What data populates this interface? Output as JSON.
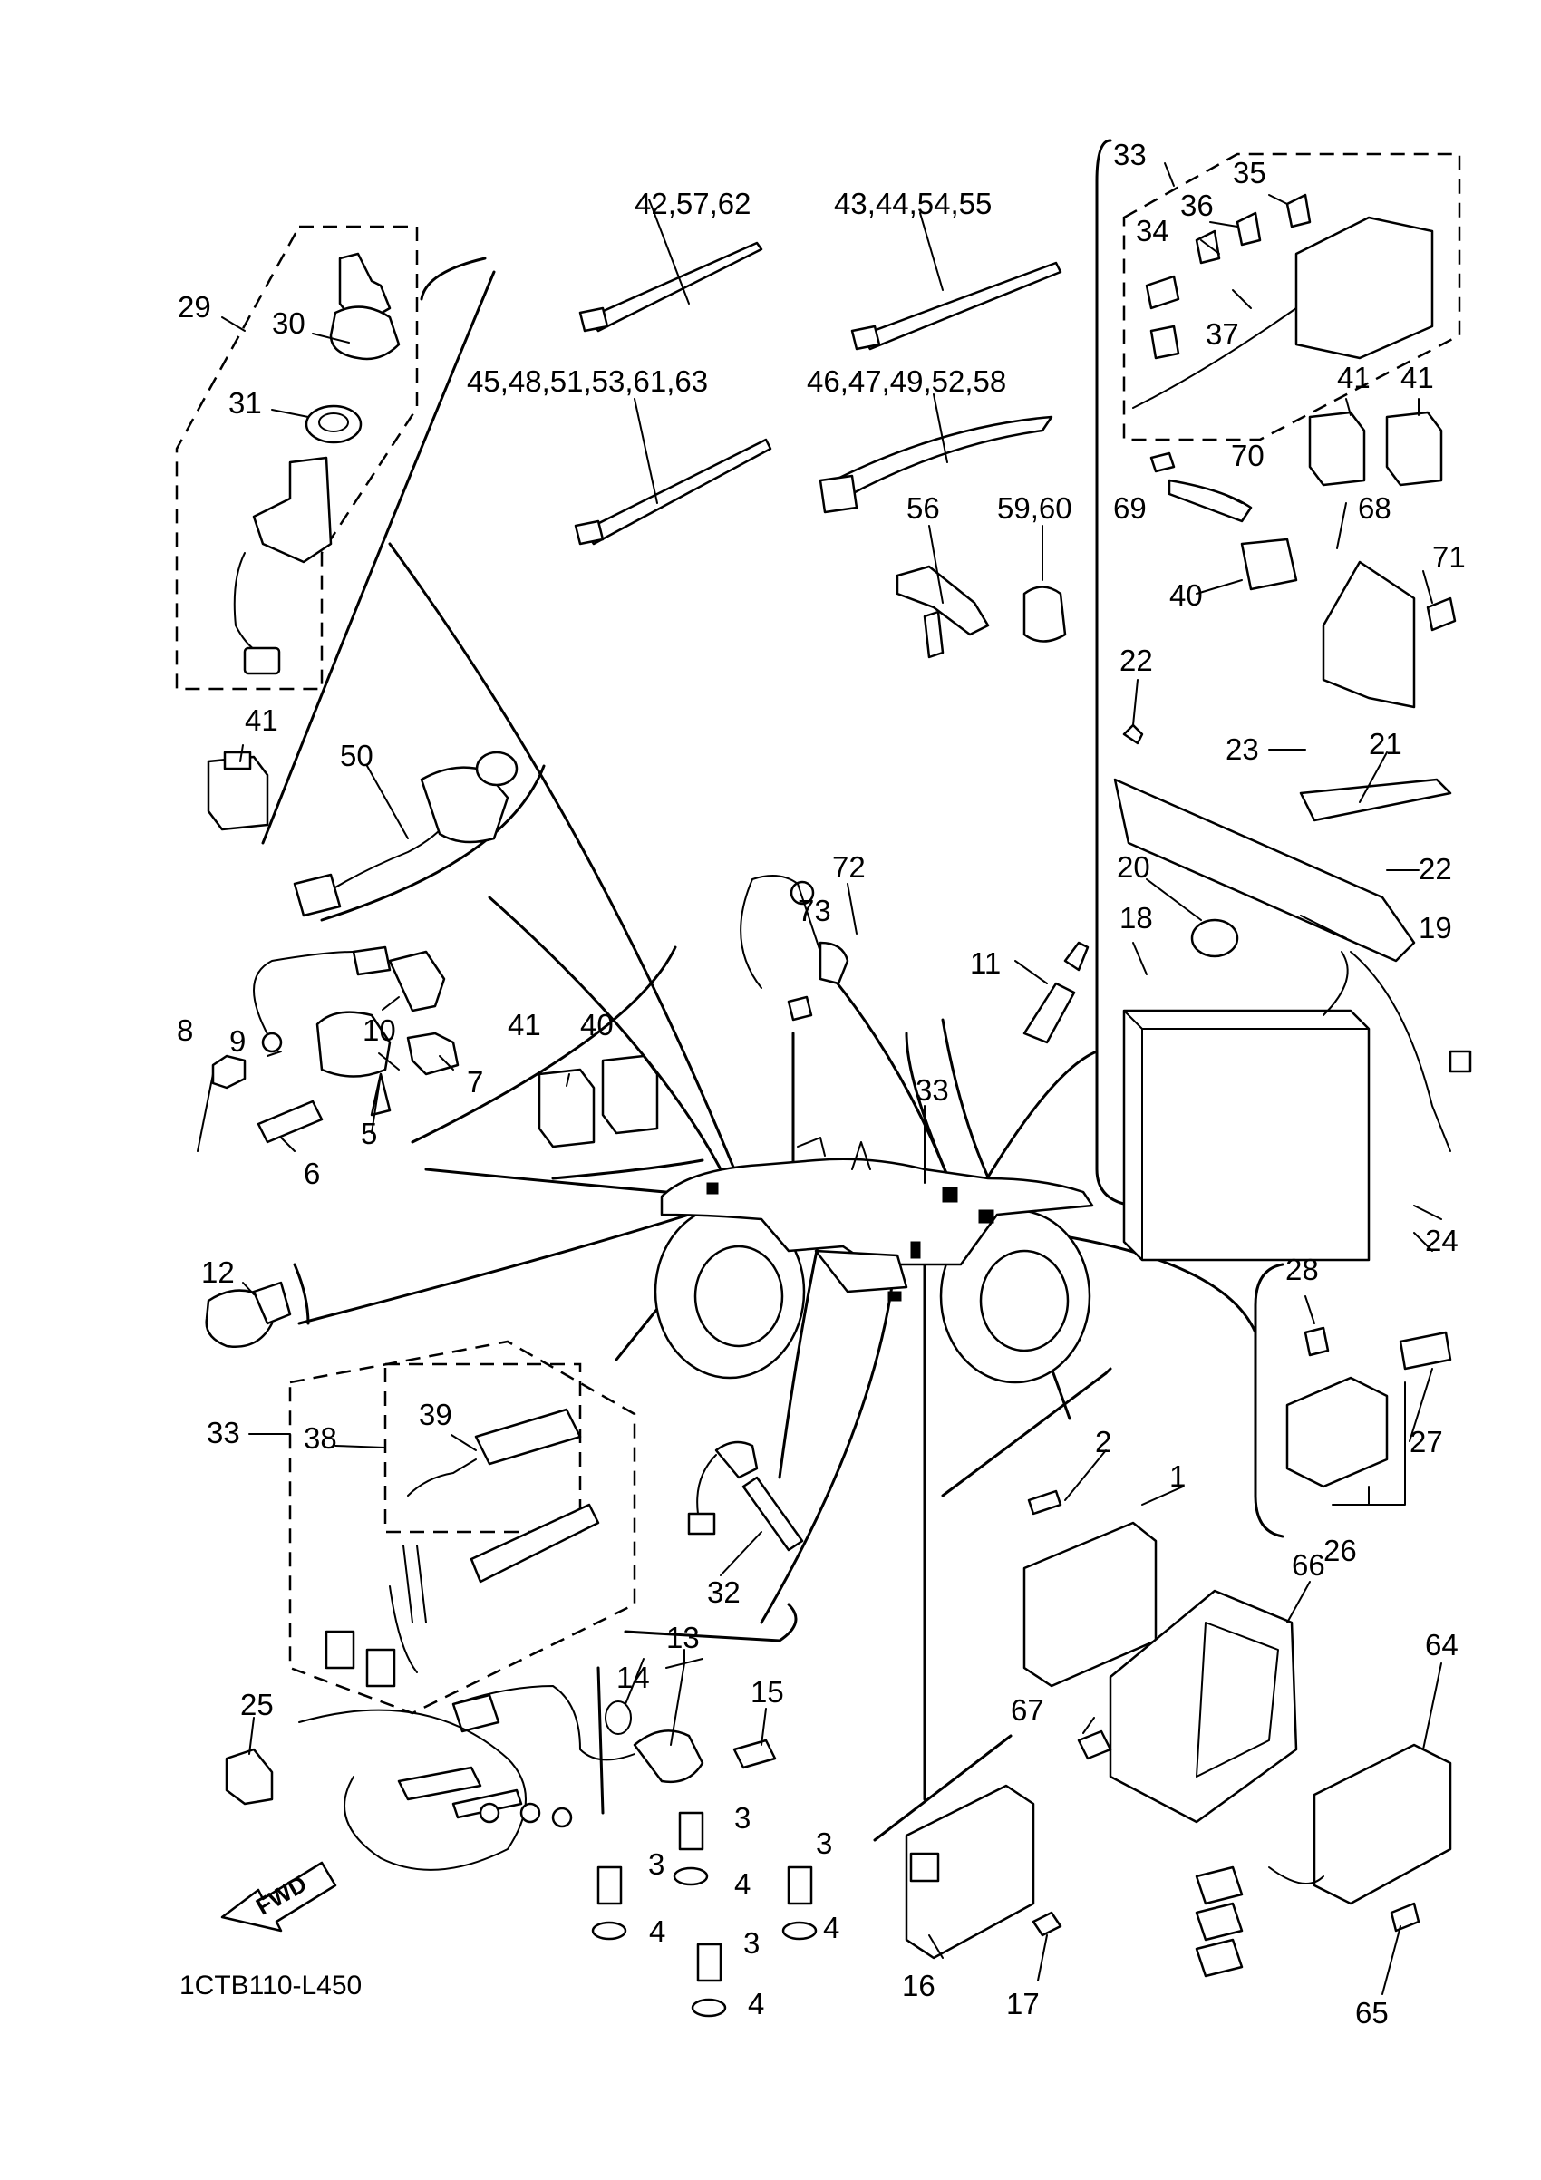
{
  "diagram_code": "1CTB110-L450",
  "fwd_label": "FWD",
  "callouts": {
    "c1": "1",
    "c2": "2",
    "c3a": "3",
    "c3b": "3",
    "c3c": "3",
    "c3d": "3",
    "c4a": "4",
    "c4b": "4",
    "c4c": "4",
    "c4d": "4",
    "c5": "5",
    "c6": "6",
    "c7": "7",
    "c8": "8",
    "c9": "9",
    "c10": "10",
    "c11": "11",
    "c12": "12",
    "c13": "13",
    "c14": "14",
    "c15": "15",
    "c16": "16",
    "c17": "17",
    "c18": "18",
    "c19": "19",
    "c20": "20",
    "c21": "21",
    "c22a": "22",
    "c22b": "22",
    "c23": "23",
    "c24": "24",
    "c25": "25",
    "c26": "26",
    "c27": "27",
    "c28": "28",
    "c29": "29",
    "c30": "30",
    "c31": "31",
    "c32": "32",
    "c33a": "33",
    "c33b": "33",
    "c33c": "33",
    "c34": "34",
    "c35": "35",
    "c36": "36",
    "c37": "37",
    "c38": "38",
    "c39": "39",
    "c40a": "40",
    "c40b": "40",
    "c41a": "41",
    "c41b": "41",
    "c41c": "41",
    "c41d": "41",
    "c42": "42,57,62",
    "c43": "43,44,54,55",
    "c45": "45,48,51,53,61,63",
    "c46": "46,47,49,52,58",
    "c50": "50",
    "c56": "56",
    "c59": "59,60",
    "c64": "64",
    "c65": "65",
    "c66": "66",
    "c67": "67",
    "c68": "68",
    "c69": "69",
    "c70": "70",
    "c71": "71",
    "c72": "72",
    "c73": "73"
  }
}
